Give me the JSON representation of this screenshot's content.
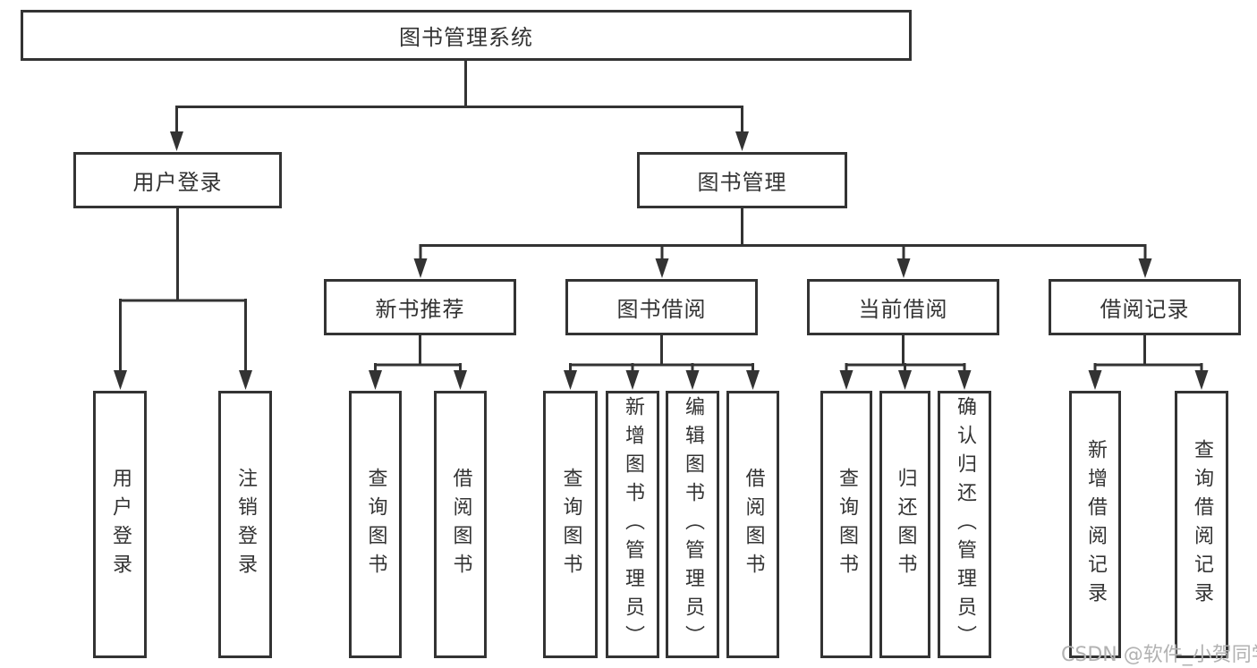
{
  "tree": {
    "label": "图书管理系统",
    "children": [
      {
        "label": "用户登录",
        "children": [
          {
            "label": "用户登录"
          },
          {
            "label": "注销登录"
          }
        ]
      },
      {
        "label": "图书管理",
        "children": [
          {
            "label": "新书推荐",
            "children": [
              {
                "label": "查询图书"
              },
              {
                "label": "借阅图书"
              }
            ]
          },
          {
            "label": "图书借阅",
            "children": [
              {
                "label": "查询图书"
              },
              {
                "label": "新增图书（管理员）"
              },
              {
                "label": "编辑图书（管理员）"
              },
              {
                "label": "借阅图书"
              }
            ]
          },
          {
            "label": "当前借阅",
            "children": [
              {
                "label": "查询图书"
              },
              {
                "label": "归还图书"
              },
              {
                "label": "确认归还（管理员）"
              }
            ]
          },
          {
            "label": "借阅记录",
            "children": [
              {
                "label": "新增借阅记录"
              },
              {
                "label": "查询借阅记录"
              }
            ]
          }
        ]
      }
    ]
  },
  "watermark": "CSDN @软件_小贺同学",
  "colors": {
    "line": "#333333",
    "text": "#333333",
    "watermark": "#b2b2b2",
    "background": "#ffffff"
  }
}
